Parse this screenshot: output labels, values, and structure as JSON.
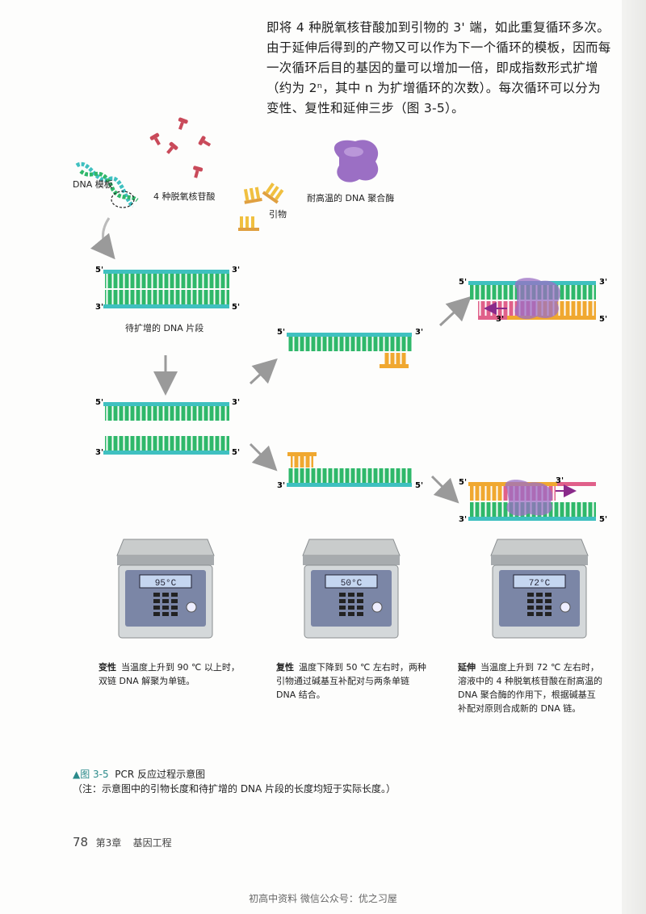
{
  "intro": {
    "text": "即将 4 种脱氧核苷酸加到引物的 3' 端，如此重复循环多次。由于延伸后得到的产物又可以作为下一个循环的模板，因而每一次循环后目的基因的量可以增加一倍，即成指数形式扩增（约为 2ⁿ，其中 n 为扩增循环的次数）。每次循环可以分为变性、复性和延伸三步（图 3-5）。"
  },
  "labels": {
    "template": "DNA 模板",
    "nucleotides": "4 种脱氧核苷酸",
    "primer": "引物",
    "polymerase": "耐高温的 DNA 聚合酶",
    "target_fragment": "待扩增的 DNA 片段",
    "five_prime": "5'",
    "three_prime": "3'"
  },
  "machines": [
    {
      "display": "95°C"
    },
    {
      "display": "50°C"
    },
    {
      "display": "72°C"
    }
  ],
  "captions": [
    {
      "title": "变性",
      "text": "当温度上升到 90 ℃ 以上时，双链 DNA 解聚为单链。"
    },
    {
      "title": "复性",
      "text": "温度下降到 50 ℃ 左右时，两种引物通过碱基互补配对与两条单链 DNA 结合。"
    },
    {
      "title": "延伸",
      "text": "当温度上升到 72 ℃ 左右时，溶液中的 4 种脱氧核苷酸在耐高温的 DNA 聚合酶的作用下，根据碱基互补配对原则合成新的 DNA 链。"
    }
  ],
  "figure": {
    "number": "▲图 3-5",
    "title": "PCR 反应过程示意图",
    "note": "（注：示意图中的引物长度和待扩增的 DNA 片段的长度均短于实际长度。）"
  },
  "footer": {
    "page_number": "78",
    "chapter": "第3章",
    "chapter_title": "基因工程"
  },
  "watermark": "初高中资料  微信公众号：优之习屋",
  "colors": {
    "strand_teal": "#3fc0c0",
    "base_green": "#2fb86a",
    "primer_orange": "#f0a830",
    "new_strand_pink": "#e0608a",
    "enzyme_purple": "#9b6fc4",
    "arrow_gray": "#9a9a9a"
  }
}
